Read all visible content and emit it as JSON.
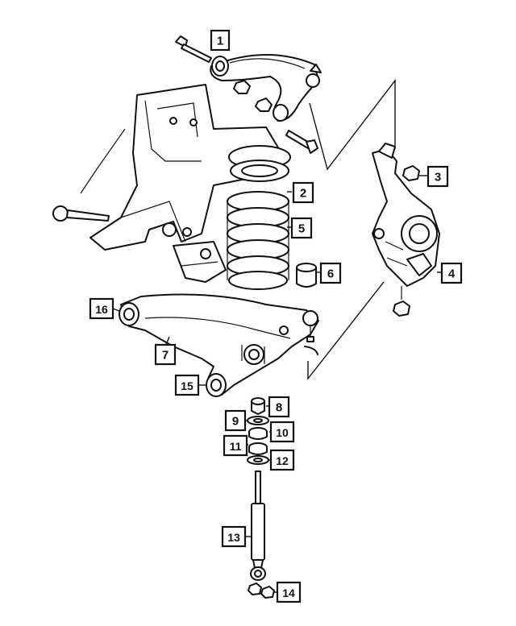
{
  "diagram": {
    "callouts": [
      {
        "id": "c1",
        "label": "1"
      },
      {
        "id": "c2",
        "label": "2"
      },
      {
        "id": "c3",
        "label": "3"
      },
      {
        "id": "c4",
        "label": "4"
      },
      {
        "id": "c5",
        "label": "5"
      },
      {
        "id": "c6",
        "label": "6"
      },
      {
        "id": "c7",
        "label": "7"
      },
      {
        "id": "c8",
        "label": "8"
      },
      {
        "id": "c9",
        "label": "9"
      },
      {
        "id": "c10",
        "label": "10"
      },
      {
        "id": "c11",
        "label": "11"
      },
      {
        "id": "c12",
        "label": "12"
      },
      {
        "id": "c13",
        "label": "13"
      },
      {
        "id": "c14",
        "label": "14"
      },
      {
        "id": "c15",
        "label": "15"
      },
      {
        "id": "c16",
        "label": "16"
      }
    ]
  }
}
